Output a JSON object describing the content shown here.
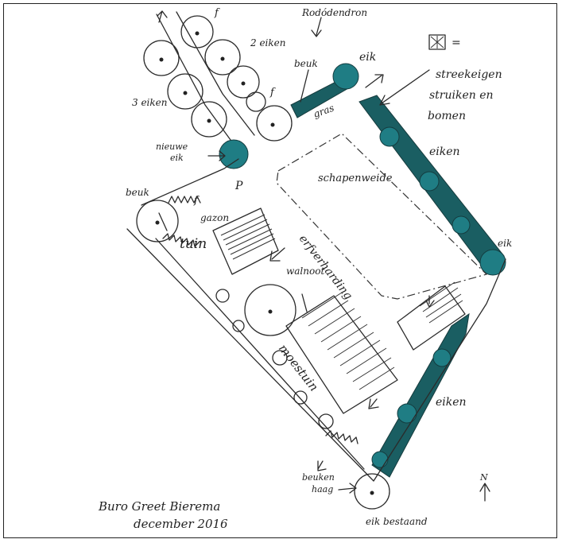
{
  "colors": {
    "hedge": "#1a5e62",
    "hedge_highlight": "#1f7d84",
    "ink": "#2b2b2b"
  },
  "labels": {
    "rododendron": "Rodódendron",
    "twee_eiken": "2 eiken",
    "drie_eiken": "3 eiken",
    "beuk_top": "beuk",
    "eik_top": "eik",
    "gras": "gras",
    "f_top": "f",
    "f_mid": "f",
    "f_tuin": "f",
    "legend_text": "streekeigen struiken en bomen",
    "legend_eq": "=",
    "nieuwe_eik": "nieuwe eik",
    "schapenweide": "schapenweide",
    "eiken_right": "eiken",
    "eik_corner": "eik",
    "beuk_left": "beuk",
    "p": "P",
    "gazon": "gazon",
    "tuin": "tuin",
    "erfverharding": "erfverharding",
    "walnoot": "walnoot",
    "moestuin": "moestuin",
    "eiken_bottom": "eiken",
    "beukenhaag": "beuken haag",
    "eik_bestaand": "eik bestaand",
    "north": "N",
    "signature_line1": "Buro Greet Bierema",
    "signature_line2": "december 2016"
  }
}
